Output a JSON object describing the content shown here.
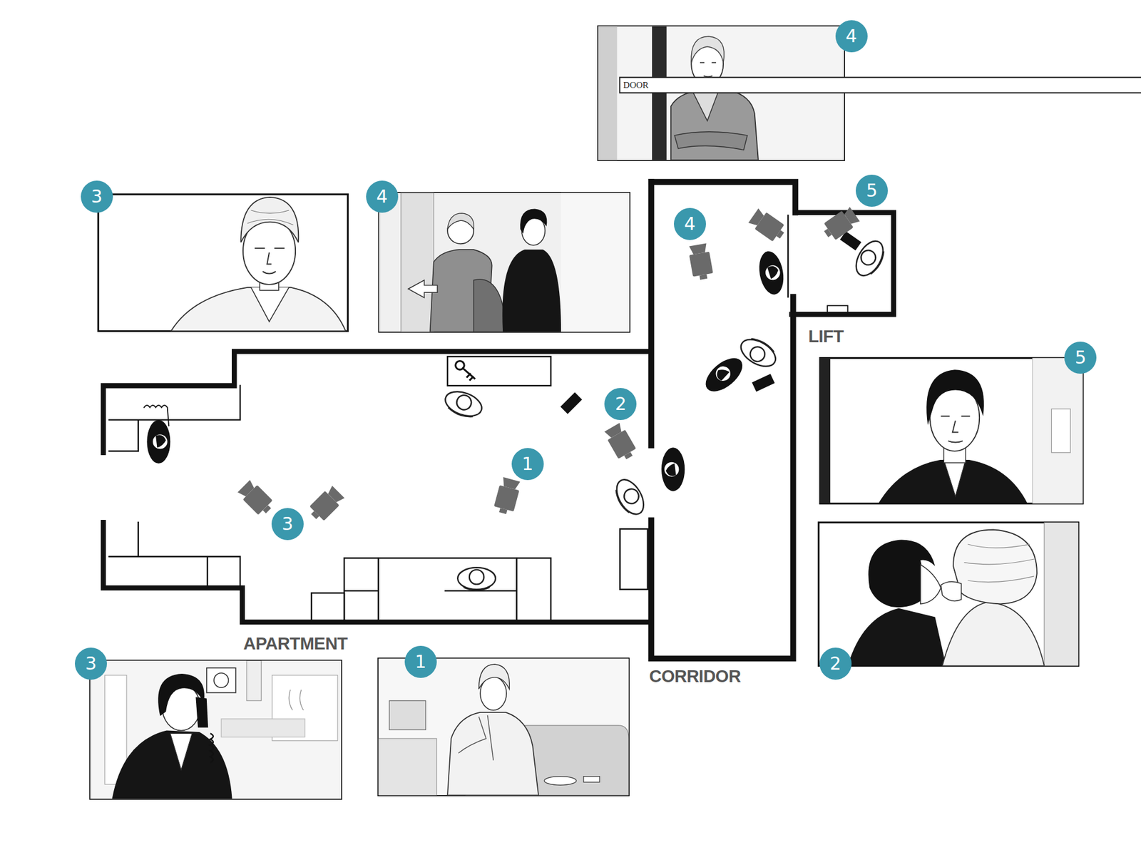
{
  "diagram": {
    "nodes": [
      {
        "text": [
          "DOOR"
        ]
      }
    ],
    "labels": [
      "4",
      "3",
      "4",
      "5",
      "4",
      "LIFT",
      "5",
      "2",
      "1",
      "3",
      "APARTMENT",
      "3",
      "1",
      "2",
      "CORRIDOR"
    ]
  }
}
